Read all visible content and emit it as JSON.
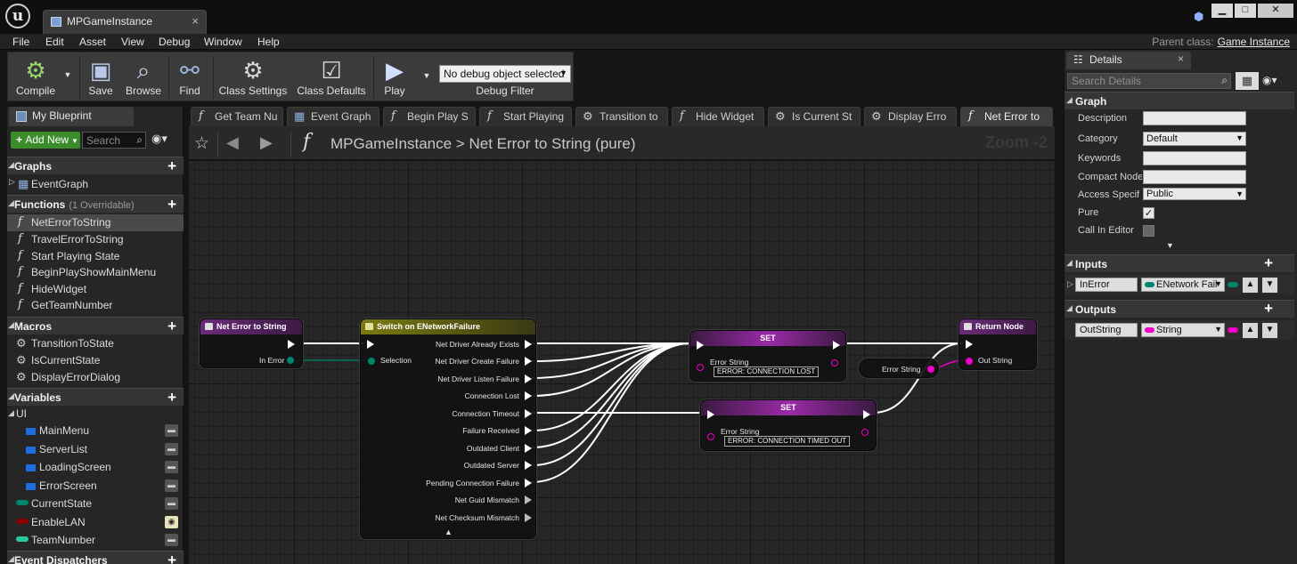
{
  "window": {
    "tab_title": "MPGameInstance",
    "tab_close": "×",
    "parent_class_label": "Parent class:",
    "parent_class_value": "Game Instance"
  },
  "menu": [
    "File",
    "Edit",
    "Asset",
    "View",
    "Debug",
    "Window",
    "Help"
  ],
  "toolbar": {
    "compile": "Compile",
    "save": "Save",
    "browse": "Browse",
    "find": "Find",
    "class_settings": "Class Settings",
    "class_defaults": "Class Defaults",
    "play": "Play",
    "debug_object": "No debug object selected",
    "debug_filter": "Debug Filter"
  },
  "my_blueprint": {
    "tab": "My Blueprint",
    "add_new": "Add New",
    "search_placeholder": "Search",
    "sections": {
      "graphs": "Graphs",
      "functions": "Functions",
      "functions_sub": "(1 Overridable)",
      "macros": "Macros",
      "variables": "Variables",
      "event_dispatchers": "Event Dispatchers"
    },
    "graphs": [
      "EventGraph"
    ],
    "functions": [
      "NetErrorToString",
      "TravelErrorToString",
      "Start Playing State",
      "BeginPlayShowMainMenu",
      "HideWidget",
      "GetTeamNumber"
    ],
    "macros": [
      "TransitionToState",
      "IsCurrentState",
      "DisplayErrorDialog"
    ],
    "variable_category": "UI",
    "ui_variables": [
      "MainMenu",
      "ServerList",
      "LoadingScreen",
      "ErrorScreen"
    ],
    "variables": [
      "CurrentState",
      "EnableLAN",
      "TeamNumber"
    ]
  },
  "graph_tabs": [
    "Get Team Nu",
    "Event Graph",
    "Begin Play S",
    "Start Playing",
    "Transition to",
    "Hide Widget",
    "Is Current St",
    "Display Erro",
    "Net Error to"
  ],
  "graph_header": {
    "blueprint": "MPGameInstance",
    "separator": ">",
    "function": "Net Error to String (pure)",
    "zoom": "Zoom -2"
  },
  "nodes": {
    "entry": {
      "title": "Net Error to String",
      "pin": "In Error"
    },
    "switch": {
      "title": "Switch on ENetworkFailure",
      "input": "Selection",
      "outputs": [
        "Net Driver Already Exists",
        "Net Driver Create Failure",
        "Net Driver Listen Failure",
        "Connection Lost",
        "Connection Timeout",
        "Failure Received",
        "Outdated Client",
        "Outdated Server",
        "Pending Connection Failure",
        "Net Guid Mismatch",
        "Net Checksum Mismatch"
      ]
    },
    "set1": {
      "title": "SET",
      "pin": "Error String",
      "value": "ERROR: CONNECTION LOST"
    },
    "set2": {
      "title": "SET",
      "pin": "Error String",
      "value": "ERROR: CONNECTION TIMED OUT"
    },
    "getter": {
      "label": "Error String"
    },
    "return": {
      "title": "Return Node",
      "pin": "Out String"
    }
  },
  "details": {
    "tab": "Details",
    "tab_close": "×",
    "search_placeholder": "Search Details",
    "graph_section": "Graph",
    "description_label": "Description",
    "description_value": "",
    "category_label": "Category",
    "category_value": "Default",
    "keywords_label": "Keywords",
    "keywords_value": "",
    "compact_label": "Compact Node",
    "compact_value": "",
    "access_label": "Access Specif",
    "access_value": "Public",
    "pure_label": "Pure",
    "pure_checked": true,
    "call_in_editor_label": "Call In Editor",
    "call_in_editor_checked": false,
    "inputs_section": "Inputs",
    "input_name": "InError",
    "input_type": "ENetwork Fail",
    "outputs_section": "Outputs",
    "output_name": "OutString",
    "output_type": "String"
  },
  "colors": {
    "function_header": "#6b2b78",
    "switch_header": "#7a7a10",
    "set_header": "#8a2a9a",
    "string_pin": "#f000c8",
    "enum_pin": "#00866e",
    "object_var": "#1b6fe0",
    "bool_var": "#8a0000",
    "int_var": "#28c7a0",
    "add_new_green": "#3a8d2a"
  }
}
